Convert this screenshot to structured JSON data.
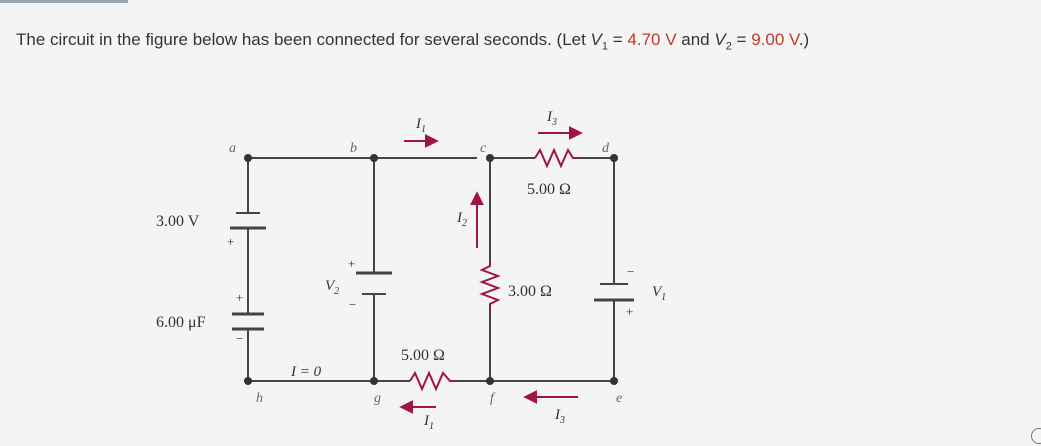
{
  "question": {
    "text_before": "The circuit in the figure below has been connected for several seconds. (Let ",
    "v1_symbol": "V",
    "v1_sub": "1",
    "eq1": " = ",
    "v1_value": "4.70 V",
    "and_text": " and ",
    "v2_symbol": "V",
    "v2_sub": "2",
    "eq2": " = ",
    "v2_value": "9.00 V",
    "text_after": ".)"
  },
  "circuit": {
    "battery_left_label": "3.00 V",
    "capacitor_label": "6.00 μF",
    "v2_label": "V",
    "v2_sub": "2",
    "v1_label": "V",
    "v1_sub": "1",
    "i_zero_label": "I = 0",
    "resistor_top_label": "5.00 Ω",
    "resistor_mid_label": "3.00 Ω",
    "resistor_bottom_label": "5.00 Ω",
    "nodes": {
      "a": "a",
      "b": "b",
      "c": "c",
      "d": "d",
      "e": "e",
      "f": "f",
      "g": "g",
      "h": "h"
    },
    "currents": {
      "I1_top": "I",
      "I1_top_sub": "1",
      "I2": "I",
      "I2_sub": "2",
      "I3_top": "I",
      "I3_top_sub": "3",
      "I1_bottom": "I",
      "I1_bottom_sub": "1",
      "I3_bottom": "I",
      "I3_bottom_sub": "3"
    },
    "plus_sign": "+",
    "minus_sign": "−"
  },
  "colors": {
    "accent": "#c0392b",
    "wire": "#444444",
    "resistor": "#a0153e"
  }
}
